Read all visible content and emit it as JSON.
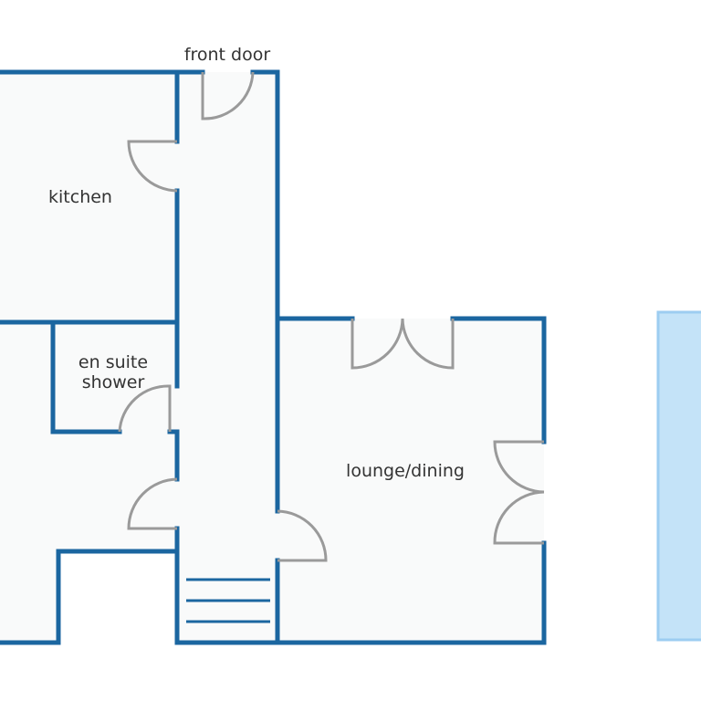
{
  "labels": {
    "front_door": "front door",
    "kitchen": "kitchen",
    "en_suite_line1": "en suite",
    "en_suite_line2": "shower",
    "lounge": "lounge/dining"
  },
  "colors": {
    "wall": "#1b66a0",
    "door": "#9a9a9a",
    "floor": "#f9fafa",
    "pool_fill": "#c4e3f8",
    "pool_stroke": "#9dcdf1",
    "text": "#333333"
  },
  "icons": {
    "door": "door-swing-arc",
    "stairs": "stair-treads"
  }
}
